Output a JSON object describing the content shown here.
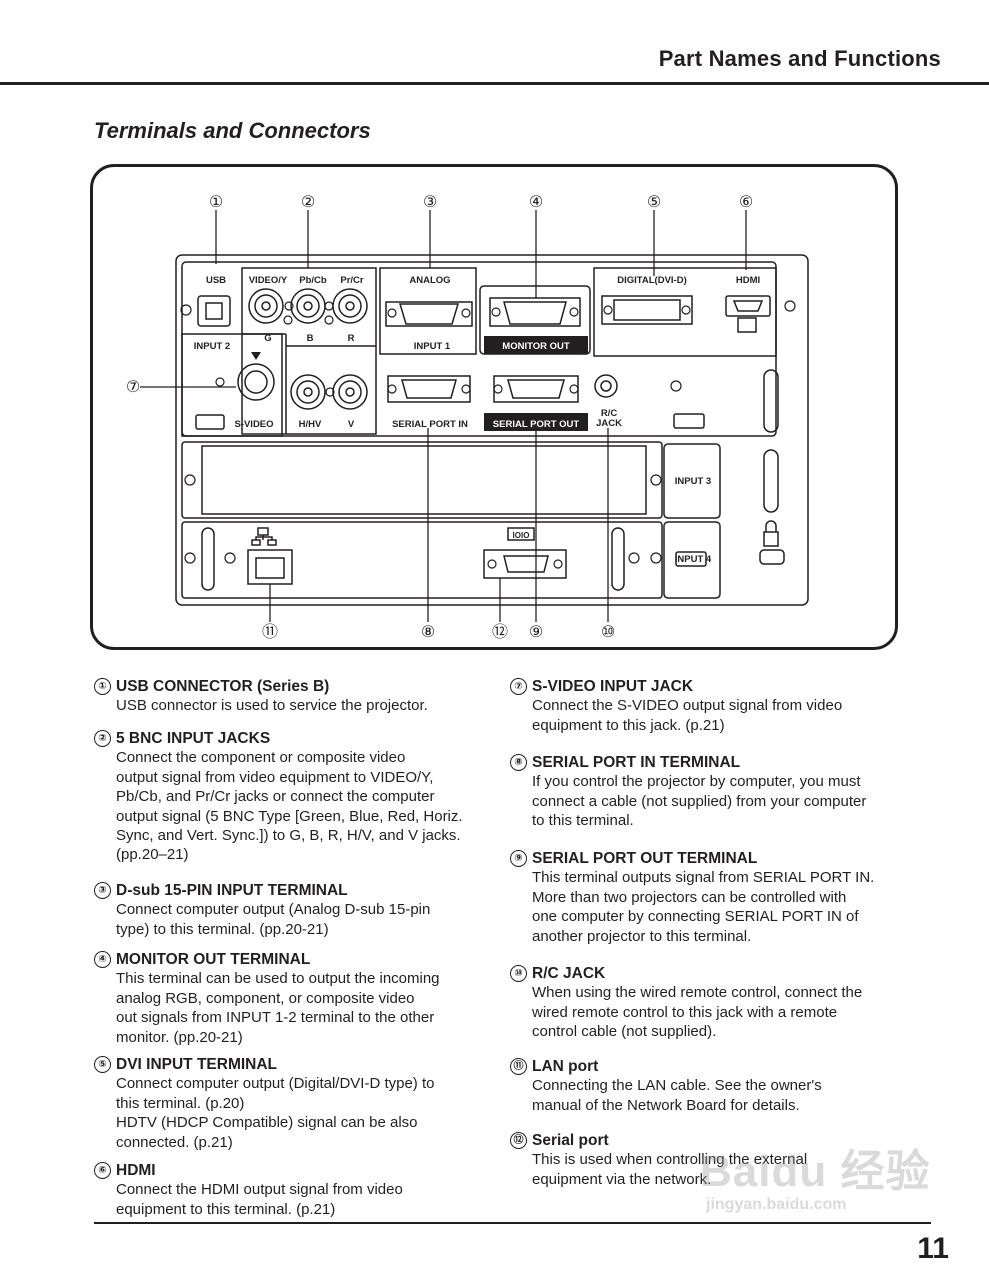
{
  "header": {
    "title": "Part Names and Functions"
  },
  "section_title": "Terminals and Connectors",
  "diagram": {
    "callouts": [
      "①",
      "②",
      "③",
      "④",
      "⑤",
      "⑥",
      "⑦",
      "⑧",
      "⑨",
      "⑩",
      "⑪",
      "⑫"
    ],
    "labels": {
      "usb": "USB",
      "video_y": "VIDEO/Y",
      "pb_cb": "Pb/Cb",
      "pr_cr": "Pr/Cr",
      "g": "G",
      "b": "B",
      "r": "R",
      "h_hv": "H/HV",
      "v": "V",
      "analog": "ANALOG",
      "input1": "INPUT 1",
      "monitor_out": "MONITOR OUT",
      "dvi": "DIGITAL(DVI-D)",
      "hdmi": "HDMI",
      "input2": "INPUT 2",
      "svideo": "S-VIDEO",
      "serial_in": "SERIAL PORT IN",
      "serial_out": "SERIAL PORT OUT",
      "rc": "R/C",
      "jack": "JACK",
      "input3": "INPUT 3",
      "input4": "INPUT 4",
      "ioio": "IOIO"
    }
  },
  "items_left": [
    {
      "num": "①",
      "title": "USB CONNECTOR (Series B)",
      "body": "USB connector is used to service the projector."
    },
    {
      "num": "②",
      "title": "5 BNC INPUT JACKS",
      "body": "Connect the component or composite video\noutput signal from video equipment to VIDEO/Y,\nPb/Cb, and Pr/Cr jacks or connect the computer\noutput signal (5 BNC Type [Green, Blue, Red, Horiz.\nSync, and Vert. Sync.]) to G, B, R, H/V, and V jacks.\n(pp.20–21)"
    },
    {
      "num": "③",
      "title": "D-sub 15-PIN INPUT  TERMINAL",
      "body": "Connect computer output (Analog D-sub 15-pin\ntype) to this terminal. (pp.20-21)"
    },
    {
      "num": "④",
      "title": "MONITOR OUT TERMINAL",
      "body": "This terminal can be used to output the incoming\nanalog RGB, component, or composite video\nout signals from INPUT 1-2 terminal to the other\nmonitor. (pp.20-21)"
    },
    {
      "num": "⑤",
      "title": "DVI INPUT  TERMINAL",
      "body": "Connect computer output (Digital/DVI-D type) to\nthis terminal. (p.20)\nHDTV (HDCP Compatible) signal can be also\nconnected. (p.21)"
    },
    {
      "num": "⑥",
      "title": "HDMI",
      "body": "Connect the HDMI output signal from video\nequipment to this terminal. (p.21)"
    }
  ],
  "items_right": [
    {
      "num": "⑦",
      "title": "S-VIDEO INPUT JACK",
      "body": "Connect the S-VIDEO output signal from video\nequipment to this jack. (p.21)"
    },
    {
      "num": "⑧",
      "title": "SERIAL PORT IN TERMINAL",
      "body": "If you control the projector by computer, you must\nconnect a cable (not supplied) from your computer\nto this terminal."
    },
    {
      "num": "⑨",
      "title": "SERIAL PORT OUT  TERMINAL",
      "body": "This terminal outputs signal from SERIAL PORT IN.\nMore than two projectors can be controlled with\none computer by connecting SERIAL PORT IN of\nanother projector to this terminal."
    },
    {
      "num": "⑩",
      "title": "R/C JACK",
      "body": "When using the wired remote control, connect the\nwired remote control to this jack with a remote\ncontrol cable (not supplied)."
    },
    {
      "num": "⑪",
      "title": "LAN port",
      "body": "Connecting the LAN cable. See the owner's\nmanual of the Network Board for details."
    },
    {
      "num": "⑫",
      "title": "Serial port",
      "body": "This is used when controlling the external\nequipment via the network."
    }
  ],
  "page_number": "11",
  "watermark": {
    "logo": "Baidu 经验",
    "url": "jingyan.baidu.com"
  }
}
